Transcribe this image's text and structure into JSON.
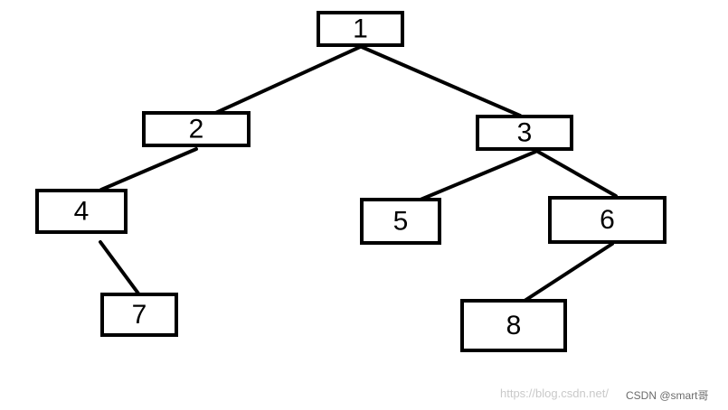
{
  "tree": {
    "nodes": [
      {
        "id": "n1",
        "label": "1"
      },
      {
        "id": "n2",
        "label": "2"
      },
      {
        "id": "n3",
        "label": "3"
      },
      {
        "id": "n4",
        "label": "4"
      },
      {
        "id": "n5",
        "label": "5"
      },
      {
        "id": "n6",
        "label": "6"
      },
      {
        "id": "n7",
        "label": "7"
      },
      {
        "id": "n8",
        "label": "8"
      }
    ],
    "edges": [
      {
        "from": "n1",
        "to": "n2"
      },
      {
        "from": "n1",
        "to": "n3"
      },
      {
        "from": "n2",
        "to": "n4"
      },
      {
        "from": "n4",
        "to": "n7"
      },
      {
        "from": "n3",
        "to": "n5"
      },
      {
        "from": "n3",
        "to": "n6"
      },
      {
        "from": "n6",
        "to": "n8"
      }
    ]
  },
  "watermark": {
    "url": "https://blog.csdn.net/",
    "tag": "CSDN @smart哥"
  }
}
